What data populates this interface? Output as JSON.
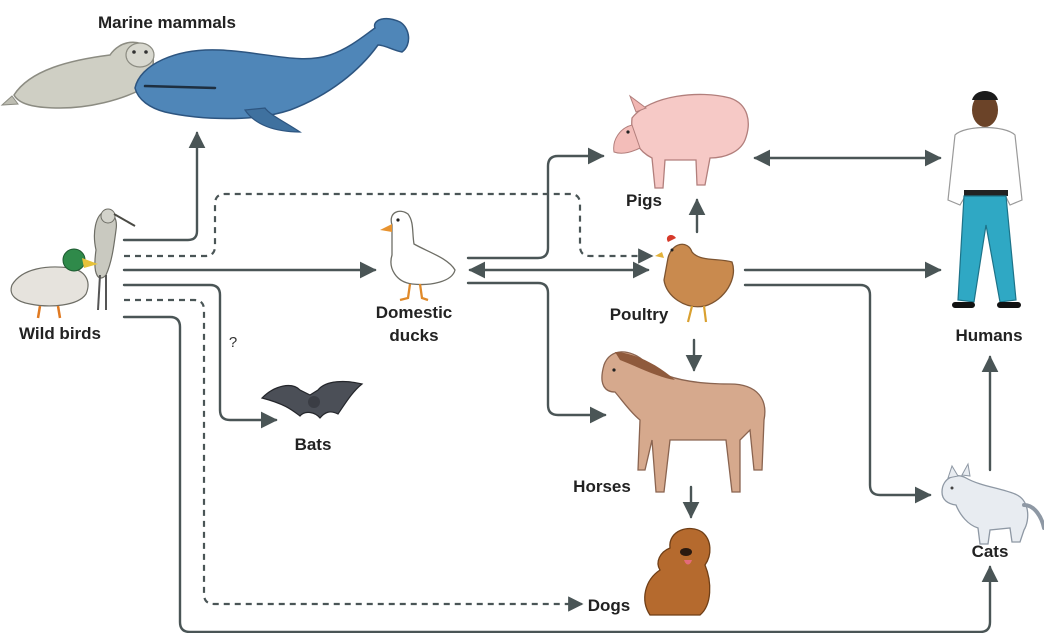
{
  "labels": {
    "marine_mammals": "Marine mammals",
    "wild_birds": "Wild birds",
    "domestic_ducks_line1": "Domestic",
    "domestic_ducks_line2": "ducks",
    "pigs": "Pigs",
    "poultry": "Poultry",
    "humans": "Humans",
    "bats": "Bats",
    "horses": "Horses",
    "dogs": "Dogs",
    "cats": "Cats",
    "uncertain_mark": "?"
  },
  "colors": {
    "arrow": "#4a5556",
    "whale": "#4f86b8",
    "seal": "#cfcfc4",
    "pig": "#f6c9c6",
    "chicken": "#c98a4e",
    "horse": "#d6a98d",
    "dog": "#b56a2e",
    "cat": "#e8ecf1",
    "bat": "#4b4f57",
    "shirt": "#ffffff",
    "jeans": "#2fa8c4",
    "skin": "#6b4328"
  }
}
